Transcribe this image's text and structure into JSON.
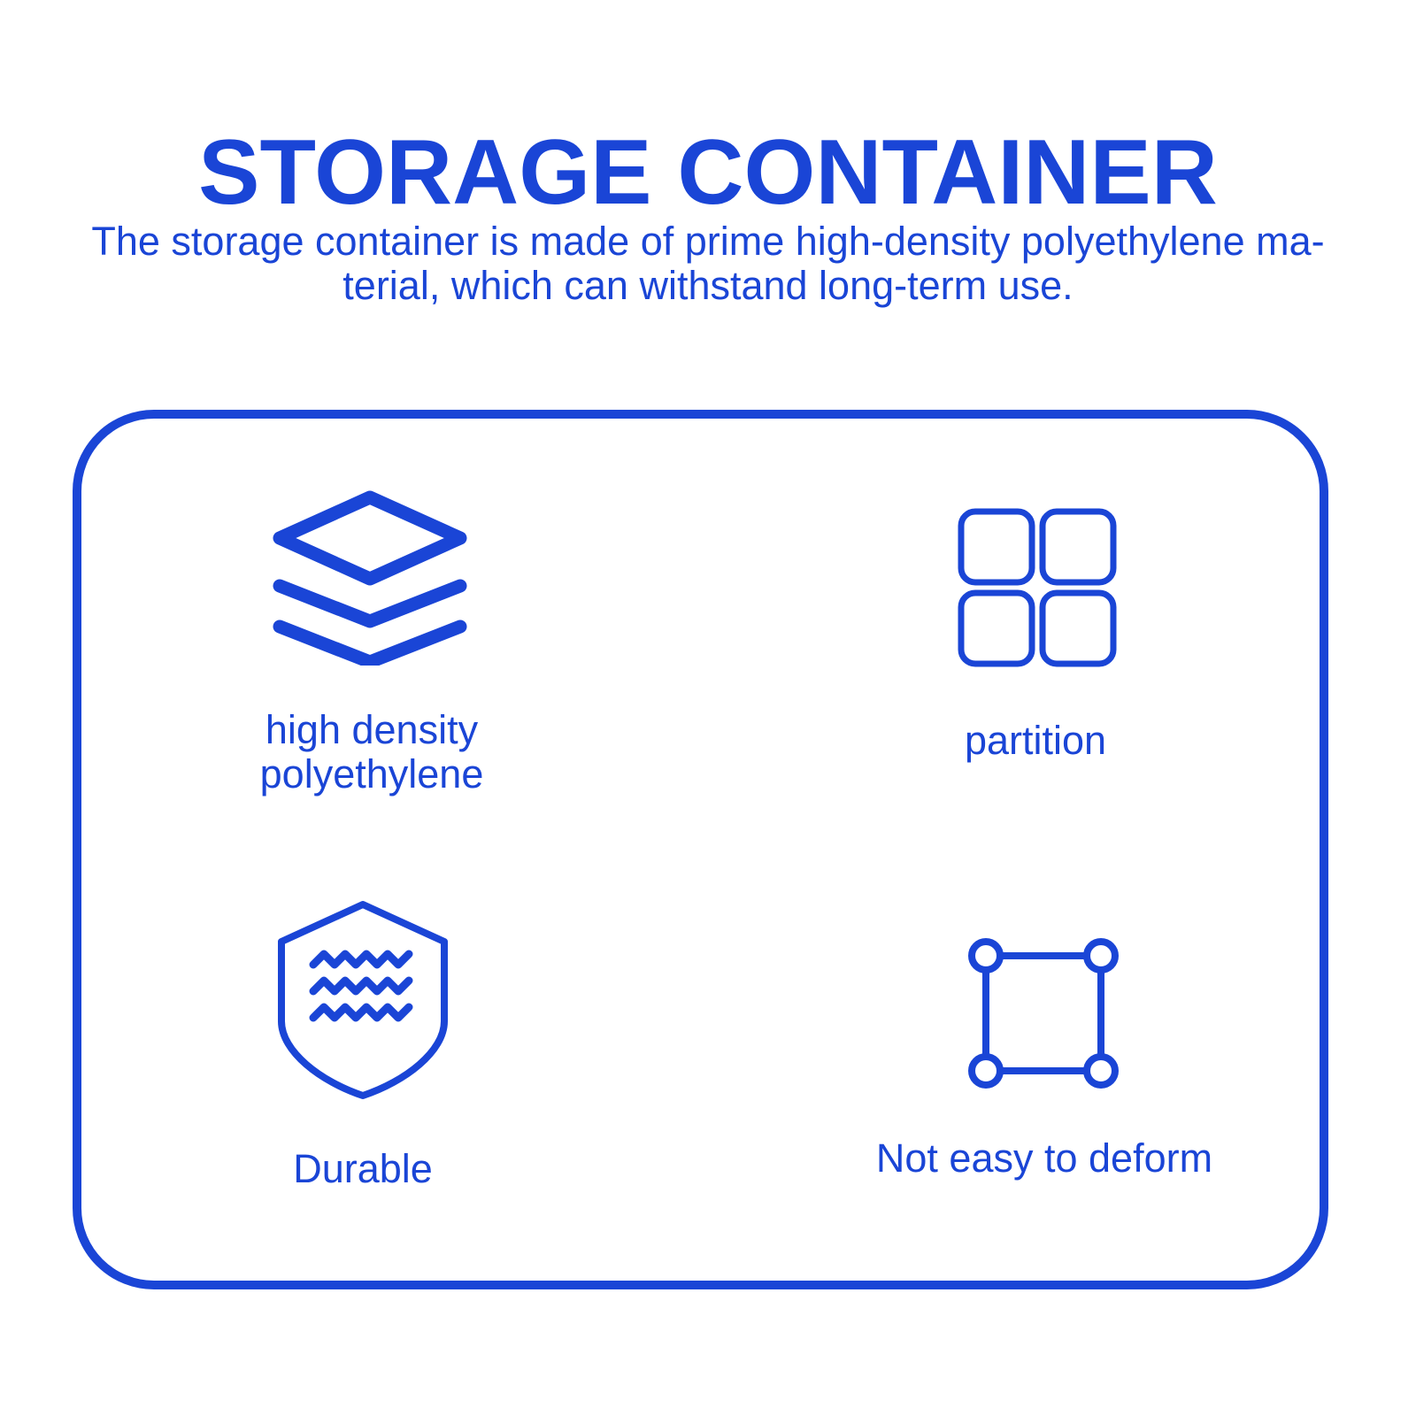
{
  "header": {
    "title": "STORAGE CONTAINER",
    "description_line1": "The storage container is made of prime high-density polyethylene ma-",
    "description_line2": "terial, which can withstand long-term use."
  },
  "features": [
    {
      "label_line1": "high density",
      "label_line2": "polyethylene",
      "icon": "layers-icon"
    },
    {
      "label": "partition",
      "icon": "grid-icon"
    },
    {
      "label": "Durable",
      "icon": "shield-waves-icon"
    },
    {
      "label": "Not easy to deform",
      "icon": "square-nodes-icon"
    }
  ],
  "colors": {
    "accent": "#1a45d6",
    "background": "#ffffff"
  }
}
